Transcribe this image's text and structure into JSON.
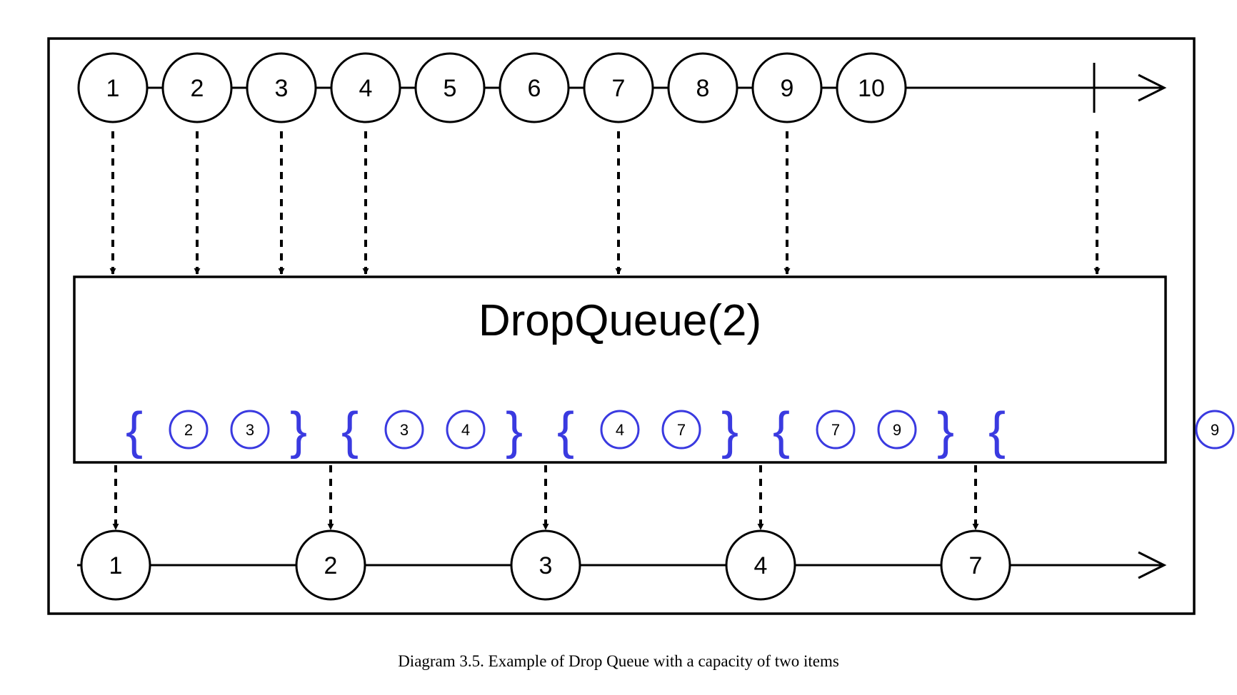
{
  "diagram": {
    "operator_label": "DropQueue(2)",
    "input_items": [
      "1",
      "2",
      "3",
      "4",
      "5",
      "6",
      "7",
      "8",
      "9",
      "10"
    ],
    "queue_snapshots": [
      [
        "2",
        "3"
      ],
      [
        "3",
        "4"
      ],
      [
        "4",
        "7"
      ],
      [
        "7",
        "9"
      ],
      [
        "9"
      ]
    ],
    "output_items": [
      "1",
      "2",
      "3",
      "4",
      "7"
    ],
    "colors": {
      "stroke": "#000000",
      "queue_accent": "#3a3ae0"
    }
  },
  "caption": "Diagram 3.5. Example of Drop Queue with a capacity of two items"
}
